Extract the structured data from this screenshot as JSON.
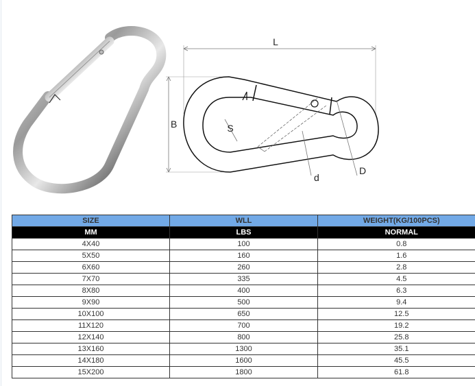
{
  "diagram": {
    "labels": {
      "length": "L",
      "breadth": "B",
      "gate_opening": "S",
      "wire_diameter": "d",
      "eye_diameter": "D"
    }
  },
  "table": {
    "header_row_1": [
      "SIZE",
      "WLL",
      "WEIGHT(KG/100PCS)"
    ],
    "header_row_2": [
      "MM",
      "LBS",
      "NORMAL"
    ],
    "rows": [
      [
        "4X40",
        "100",
        "0.8"
      ],
      [
        "5X50",
        "160",
        "1.6"
      ],
      [
        "6X60",
        "260",
        "2.8"
      ],
      [
        "7X70",
        "335",
        "4.5"
      ],
      [
        "8X80",
        "400",
        "6.3"
      ],
      [
        "9X90",
        "500",
        "9.4"
      ],
      [
        "10X100",
        "650",
        "12.5"
      ],
      [
        "11X120",
        "700",
        "19.2"
      ],
      [
        "12X140",
        "800",
        "25.8"
      ],
      [
        "13X160",
        "1300",
        "35.1"
      ],
      [
        "14X180",
        "1600",
        "45.5"
      ],
      [
        "15X200",
        "1800",
        "61.8"
      ]
    ]
  },
  "colors": {
    "header_row_1_bg": "#72a9e6",
    "header_row_2_bg": "#000000"
  }
}
